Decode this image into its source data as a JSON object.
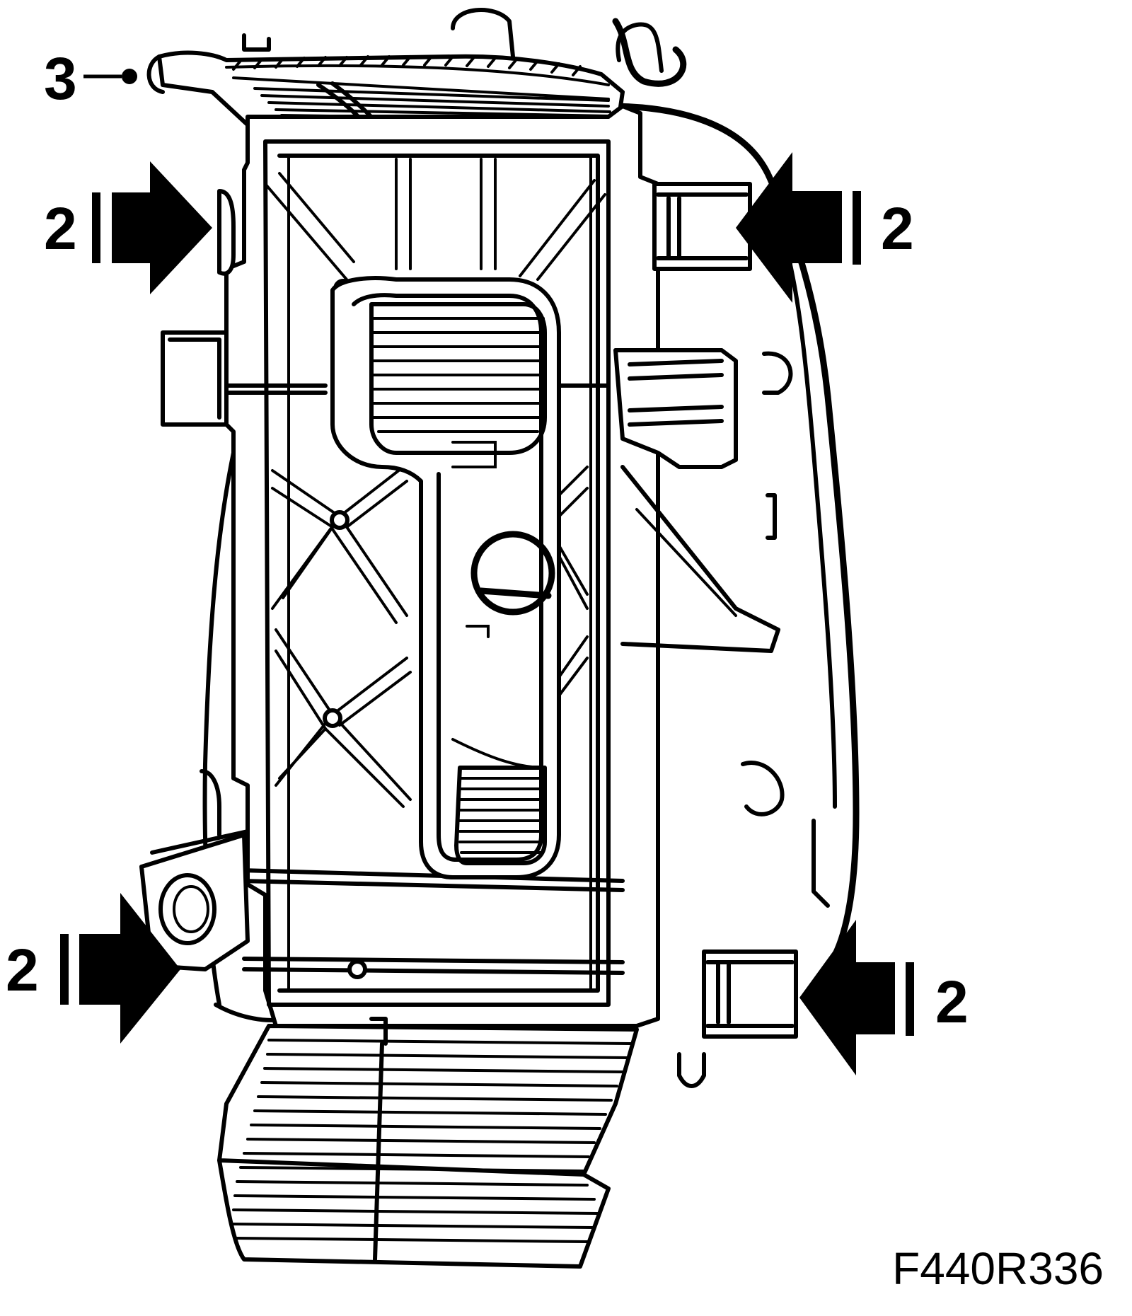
{
  "figure": {
    "code": "F440R336",
    "ink_color": "#000000",
    "background_color": "#ffffff"
  },
  "callouts": [
    {
      "id": "c3",
      "label": "3"
    },
    {
      "id": "c2-upper-left",
      "label": "2"
    },
    {
      "id": "c2-upper-right",
      "label": "2"
    },
    {
      "id": "c2-lower-left",
      "label": "2"
    },
    {
      "id": "c2-lower-right",
      "label": "2"
    }
  ]
}
